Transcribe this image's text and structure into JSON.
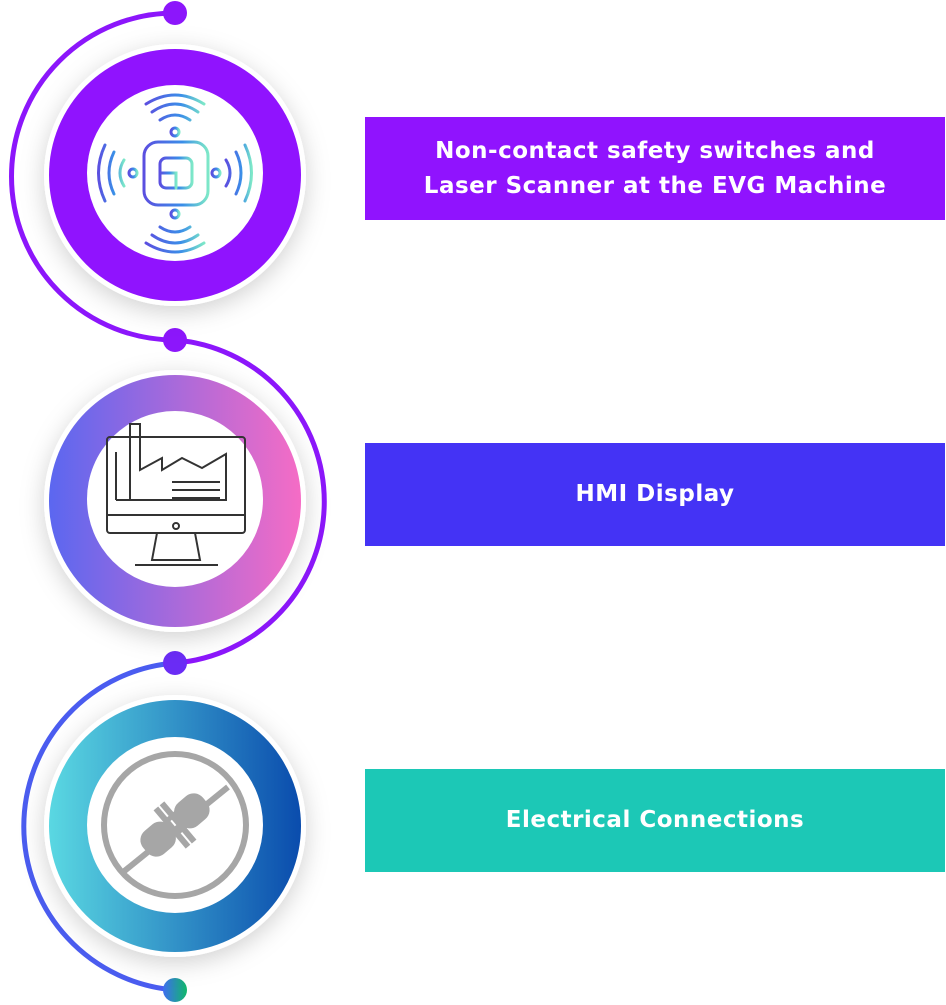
{
  "steps": [
    {
      "label": "Non-contact safety switches and Laser Scanner at the EVG Machine",
      "icon": "wireless-sensor-icon",
      "color": "#9013fe"
    },
    {
      "label": "HMI Display",
      "icon": "monitor-factory-icon",
      "color": "#4433f5"
    },
    {
      "label": "Electrical Connections",
      "icon": "unplugged-icon",
      "color": "#1cc8b6"
    }
  ]
}
